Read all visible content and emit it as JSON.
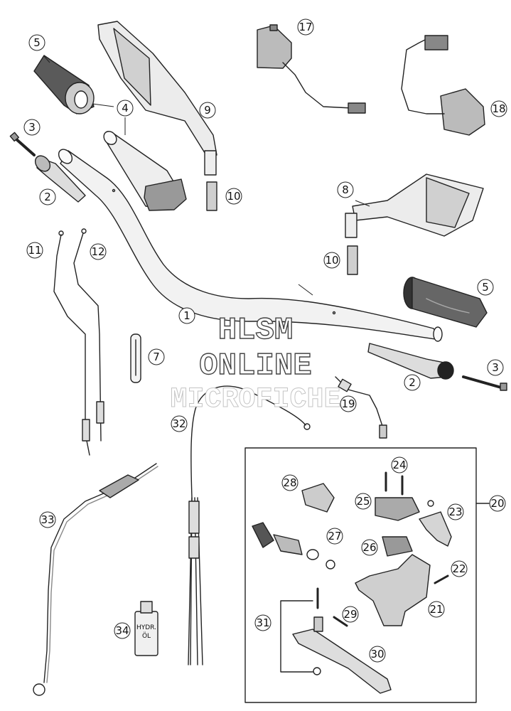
{
  "watermark": {
    "line1": "HLSM",
    "line2": "ONLINE",
    "line3": "MICROFICHE"
  },
  "bottle_label": {
    "line1": "HYDR.",
    "line2": "ÖL"
  },
  "callouts": {
    "c1": "1",
    "c2a": "2",
    "c2b": "2",
    "c3a": "3",
    "c3b": "3",
    "c4": "4",
    "c5a": "5",
    "c5b": "5",
    "c7": "7",
    "c8": "8",
    "c9": "9",
    "c10a": "10",
    "c10b": "10",
    "c11": "11",
    "c12": "12",
    "c17": "17",
    "c18": "18",
    "c19": "19",
    "c20": "20",
    "c21": "21",
    "c22": "22",
    "c23": "23",
    "c24": "24",
    "c25": "25",
    "c26": "26",
    "c27": "27",
    "c28": "28",
    "c29": "29",
    "c30": "30",
    "c31": "31",
    "c32": "32",
    "c33": "33",
    "c34": "34"
  }
}
